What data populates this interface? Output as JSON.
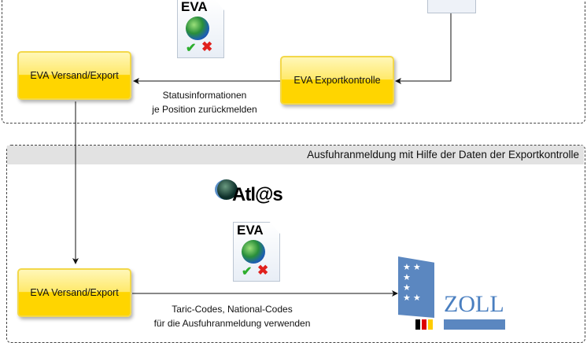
{
  "nodes": {
    "versand_top": "EVA Versand/Export",
    "exportkontrolle": "EVA Exportkontrolle",
    "versand_bottom": "EVA Versand/Export"
  },
  "edges": {
    "status_line1": "Statusinformationen",
    "status_line2": "je Position zurückmelden",
    "codes_line1": "Taric-Codes, National-Codes",
    "codes_line2": "für die Ausfuhranmeldung verwenden"
  },
  "section_title": "Ausfuhranmeldung mit Hilfe der Daten der Exportkontrolle",
  "logos": {
    "eva": "EVA",
    "atlas": "Atl@s",
    "zoll": "ZOLL"
  }
}
